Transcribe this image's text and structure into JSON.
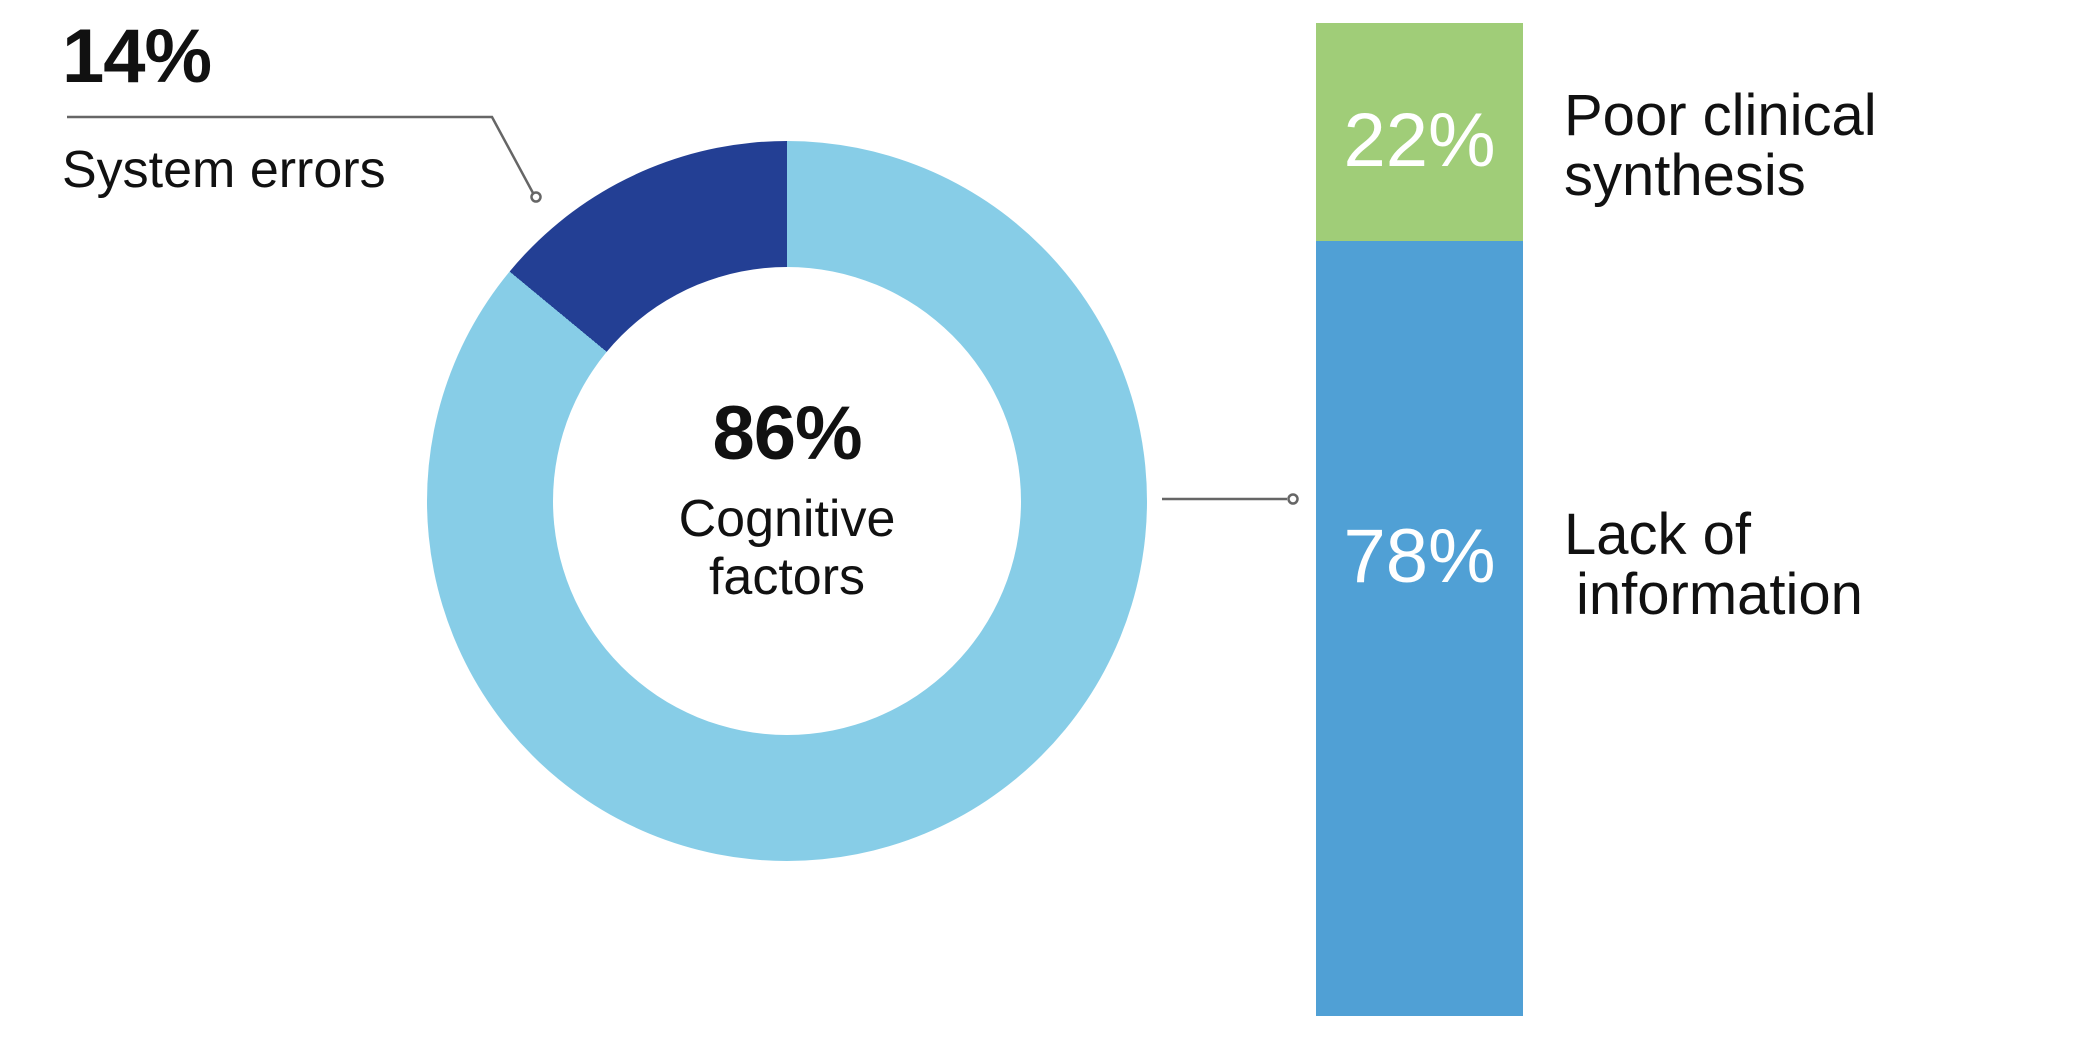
{
  "colors": {
    "donut_primary": "#87CDE7",
    "donut_secondary": "#233F94",
    "bar_green": "#A0CD78",
    "bar_blue": "#50A0D5",
    "text": "#111111",
    "percent_on_bar": "#FFFFFF",
    "callout_line": "#666666",
    "background": "#FFFFFF"
  },
  "left_callout": {
    "percent": "14%",
    "label": "System errors"
  },
  "donut": {
    "percent": "86%",
    "label_line1": "Cognitive",
    "label_line2": "factors"
  },
  "bar": {
    "segments": [
      {
        "value_label": "22%",
        "value": 22,
        "label_line1": "Poor clinical",
        "label_line2": "synthesis"
      },
      {
        "value_label": "78%",
        "value": 78,
        "label_line1": "Lack of",
        "label_line2": "information"
      }
    ]
  },
  "chart_data": [
    {
      "type": "pie",
      "subtype": "donut",
      "categories": [
        "Cognitive factors",
        "System errors"
      ],
      "values": [
        86,
        14
      ],
      "unit": "%",
      "colors": [
        "#87CDE7",
        "#233F94"
      ],
      "start_angle_deg": 0,
      "direction": "clockwise",
      "center_label": "86% Cognitive factors",
      "callout_label": "14% System errors",
      "legend_position": "none"
    },
    {
      "type": "bar",
      "subtype": "stacked-vertical",
      "categories": [
        "Poor clinical synthesis",
        "Lack of information"
      ],
      "values": [
        22,
        78
      ],
      "unit": "%",
      "colors": [
        "#A0CD78",
        "#50A0D5"
      ],
      "bar_value_labels": [
        "22%",
        "78%"
      ],
      "linked_from": "Cognitive factors donut slice"
    }
  ]
}
